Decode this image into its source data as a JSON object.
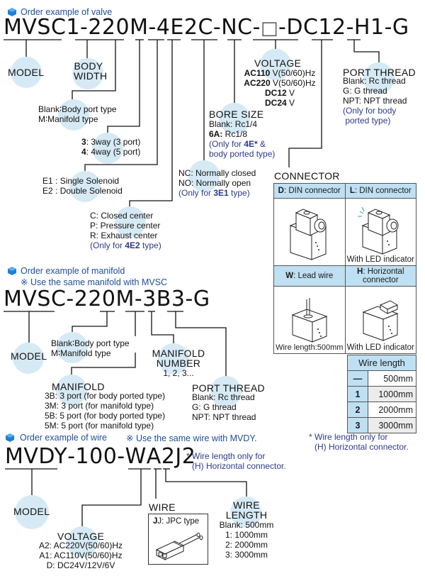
{
  "colors": {
    "section_title": "#1f4e9a",
    "note_blue": "#2e3a8c",
    "bubble": "#d6eaf5",
    "table_header": "#bfe0f2",
    "cube_icon": "#1e7fd8"
  },
  "valve": {
    "section_title": "Order example of valve",
    "icon": "cube-icon",
    "code_parts": [
      "MVSC1",
      "-",
      "220",
      "M",
      "-",
      "4",
      "E2",
      "C",
      "-",
      "NC",
      "-",
      "□",
      "-",
      "DC12",
      "-",
      "H1",
      "-",
      "G"
    ],
    "model_label": "MODEL",
    "body_width_label_1": "BODY",
    "body_width_label_2": "WIDTH",
    "body_type": [
      {
        "key": "Blank",
        "sep": "∶",
        "text": "Body port type"
      },
      {
        "key": "M",
        "sep": "∶",
        "text": "Manifold type"
      }
    ],
    "ways": [
      {
        "key": "3",
        "text": ": 3way (3 port)"
      },
      {
        "key": "4",
        "text": ": 4way (5 port)"
      }
    ],
    "solenoid": [
      {
        "key": "E1",
        "text": " : Single Solenoid"
      },
      {
        "key": "E2",
        "text": " : Double Solenoid"
      }
    ],
    "center": {
      "items": [
        "C: Closed center",
        "P: Pressure center",
        "R: Exhaust center"
      ],
      "note_prefix": "(Only for ",
      "note_bold": "4E2",
      "note_suffix": " type)"
    },
    "normal": {
      "items": [
        "NC: Normally closed",
        "NO: Normally open"
      ],
      "note_prefix": "(Only for ",
      "note_bold": "3E1",
      "note_suffix": " type)"
    },
    "bore_size": {
      "label": "BORE SIZE",
      "items": [
        {
          "key": "Blank",
          "text": ": Rc1/4",
          "bold": false
        },
        {
          "key": "6A:",
          "text": " Rc1/8",
          "bold": true
        }
      ],
      "note_line1_prefix": "(Only for ",
      "note_line1_bold": "4E*",
      "note_line1_suffix": " &",
      "note_line2": "body ported type)"
    },
    "voltage": {
      "label": "VOLTAGE",
      "items": [
        {
          "bold": "AC110",
          "text": " V(50/60)Hz"
        },
        {
          "bold": "AC220",
          "text": " V(50/60)Hz"
        },
        {
          "bold": "DC12",
          "text": " V"
        },
        {
          "bold": "DC24",
          "text": " V"
        }
      ]
    },
    "port_thread": {
      "label": "PORT THREAD",
      "items": [
        "Blank: Rc thread",
        "G: G thread",
        "NPT: NPT thread"
      ],
      "note_line1": "(Only for body",
      "note_line2": " ported type)"
    },
    "connector": {
      "label": "CONNECTOR",
      "cells": [
        {
          "key": "D",
          "title": ": DIN connector",
          "caption": "",
          "icon": "din-connector-icon"
        },
        {
          "key": "L",
          "title": ": DIN connector",
          "caption": "With LED indicator",
          "icon": "din-connector-led-icon"
        },
        {
          "key": "W",
          "title": ": Lead wire",
          "caption": "Wire length:500mm",
          "icon": "lead-wire-icon"
        },
        {
          "key": "H",
          "title": ": Horizontal",
          "title2": "connector",
          "caption": "With LED indicator",
          "icon": "horizontal-connector-icon"
        }
      ]
    },
    "wire_length_table": {
      "header": "Wire length",
      "rows": [
        {
          "key": "—",
          "value": "500mm"
        },
        {
          "key": "1",
          "value": "1000mm"
        },
        {
          "key": "2",
          "value": "2000mm"
        },
        {
          "key": "3",
          "value": "3000mm"
        }
      ],
      "note_line1": "* Wire length only for",
      "note_line2": "(H) Horizontal connector."
    }
  },
  "manifold": {
    "section_title": "Order example of manifold",
    "section_note": "※ Use the same manifold with MVSC",
    "code_parts": [
      "MVSC",
      "-",
      "220",
      "M",
      "-",
      "3B",
      "3",
      "-",
      "G"
    ],
    "model_label": "MODEL",
    "body_type": [
      {
        "key": "Blank",
        "sep": "∶",
        "text": "Body port type"
      },
      {
        "key": "M",
        "sep": "∶",
        "text": "Manifold type"
      }
    ],
    "manifold_number": {
      "label_1": "MANIFOLD",
      "label_2": "NUMBER",
      "values": "1, 2, 3..."
    },
    "manifold_type": {
      "label": "MANIFOLD",
      "items": [
        "3B: 3 port (for body ported type)",
        "3M: 3 port (for manifold type)",
        "5B: 5 port (for body ported type)",
        "5M: 5 port (for manifold type)"
      ]
    },
    "port_thread": {
      "label": "PORT THREAD",
      "items": [
        "Blank: Rc thread",
        "G: G thread",
        "NPT: NPT thread"
      ]
    }
  },
  "wire": {
    "section_title": "Order example of wire",
    "section_note": "※ Use the same wire with MVDY.",
    "code_parts": [
      "MVDY",
      "-",
      "100",
      "-",
      "W",
      "A2",
      "J",
      "2"
    ],
    "side_note_line1": "* Wire length only for",
    "side_note_line2": "(H) Horizontal connector.",
    "model_label": "MODEL",
    "voltage": {
      "label": "VOLTAGE",
      "items": [
        "A2: AC220V(50/60)Hz",
        "A1: AC110V(50/60)Hz",
        "D: DC24V/12V/6V"
      ]
    },
    "wire_type": {
      "label": "WIRE",
      "box_title": "J: JPC type",
      "icon": "jpc-connector-icon"
    },
    "wire_length": {
      "label_1": "WIRE",
      "label_2": "LENGTH",
      "items": [
        "Blank: 500mm",
        "1: 1000mm",
        "2: 2000mm",
        "3: 3000mm"
      ]
    }
  }
}
